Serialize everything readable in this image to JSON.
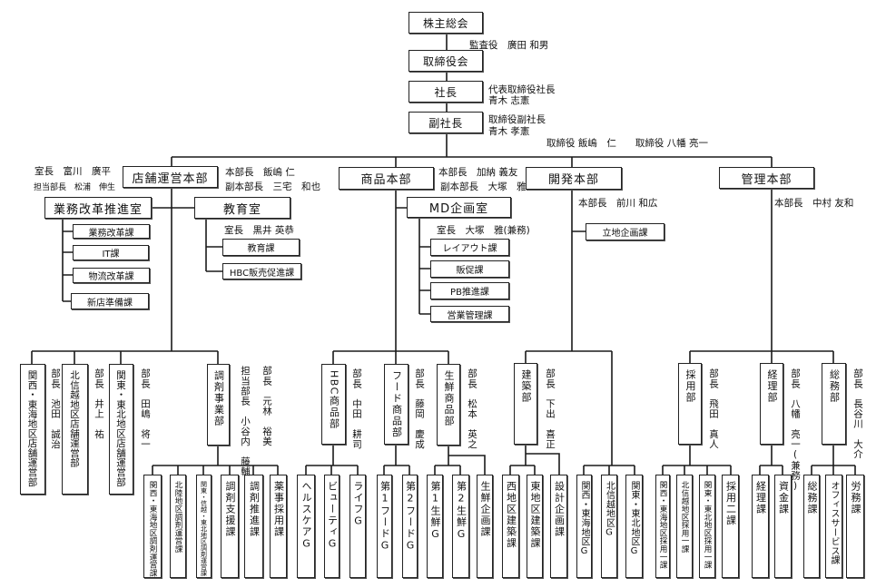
{
  "headquarters": {
    "shareholders_meeting": "株主総会",
    "auditor": "監査役　廣田 和男",
    "board": "取締役会",
    "president": {
      "label": "社長",
      "title": "代表取締役社長",
      "name": "青木 志憲"
    },
    "vice_president": {
      "label": "副社長",
      "title": "取締役副社長",
      "name": "青木 孝憲"
    },
    "directors": "取締役 飯嶋　仁　　取締役 八幡 亮一"
  },
  "store_ops": {
    "label": "店舗運営本部",
    "head": "本部長　飯嶋 仁",
    "deputy": "副本部長　三宅　和也",
    "reform_office": {
      "label": "業務改革推進室",
      "chief": "室長　富川　廣平",
      "manager": "担当部長　松浦　伸生",
      "sections": [
        "業務改革課",
        "IT課",
        "物流改革課",
        "新店準備課"
      ]
    },
    "education_office": {
      "label": "教育室",
      "chief": "室長　黒井 英恭",
      "sections": [
        "教育課",
        "HBC販売促進課"
      ]
    },
    "departments": [
      {
        "label": "関西・東海地区店舗運営部",
        "head": "部長　池田　誠治"
      },
      {
        "label": "北信越地区店舗運営部",
        "head": "部長　井上　祐"
      },
      {
        "label": "関東・東北地区店舗運営部",
        "head": "部長　田嶋　将一"
      },
      {
        "label": "調剤事業部",
        "head": "部長　元林　裕美",
        "manager": "担当部長　小谷内　藤輔",
        "sections": [
          "関西・東海地区調剤運営課",
          "北陸地区調剤運営課",
          "関東・信越・東北地区調剤運営課",
          "調剤支援課",
          "調剤推進課",
          "薬事採用課"
        ]
      }
    ]
  },
  "merchandise": {
    "label": "商品本部",
    "head": "本部長　加納 義友",
    "deputy": "副本部長　大塚　雅",
    "md_office": {
      "label": "MD企画室",
      "chief": "室長　大塚　雅(兼務)",
      "sections": [
        "レイアウト課",
        "販促課",
        "PB推進課",
        "営業管理課"
      ]
    },
    "departments": [
      {
        "label": "HBC商品部",
        "head": "部長　中田　耕司",
        "groups": [
          "ヘルスケアG",
          "ビューティG",
          "ライフG"
        ]
      },
      {
        "label": "フード商品部",
        "head": "部長　藤岡　慶成",
        "groups": [
          "第1フードG",
          "第2フードG"
        ]
      },
      {
        "label": "生鮮商品部",
        "head": "部長　松本　英之",
        "groups": [
          "第1生鮮G",
          "第2生鮮G",
          "生鮮企画課"
        ]
      }
    ]
  },
  "development": {
    "label": "開発本部",
    "head": "本部長　前川 和広",
    "site_planning": "立地企画課",
    "departments": [
      {
        "label": "建築部",
        "head": "部長　下出　喜正",
        "sections": [
          "西地区建築課",
          "東地区建築課",
          "設計企画課"
        ]
      }
    ],
    "groups": [
      "関西・東海地区G",
      "北信越地区G",
      "関東・東北地区G"
    ]
  },
  "administration": {
    "label": "管理本部",
    "head": "本部長　中村 友和",
    "departments": [
      {
        "label": "採用部",
        "head": "部長　飛田　真人",
        "sections": [
          "関西・東海地区採用一課",
          "北信越地区採用一課",
          "関東・東北地区採用一課",
          "採用二課"
        ]
      },
      {
        "label": "経理部",
        "head": "部長　八幡　亮一(兼務)",
        "sections": [
          "経理課",
          "資金課"
        ]
      },
      {
        "label": "総務部",
        "head": "部長　長谷川　大介",
        "sections": [
          "総務課",
          "オフィスサービス課",
          "労務課"
        ]
      }
    ]
  }
}
